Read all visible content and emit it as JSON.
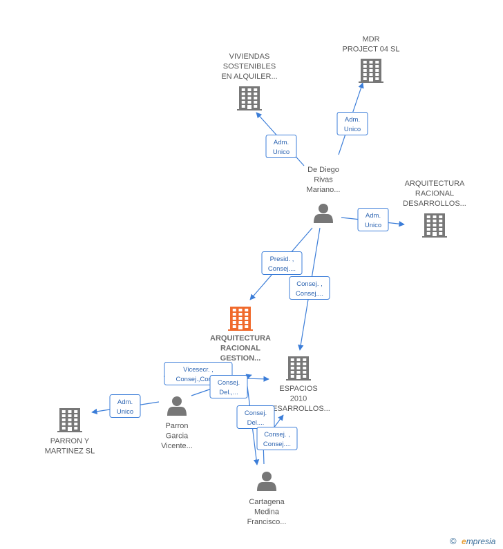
{
  "colors": {
    "company": "#777777",
    "focus": "#f06a2c",
    "person": "#777777",
    "edge": "#3b7dd8"
  },
  "nodes": [
    {
      "id": "mdr",
      "type": "company",
      "label": [
        "MDR",
        "PROJECT 04  SL"
      ]
    },
    {
      "id": "viviendas",
      "type": "company",
      "label": [
        "VIVIENDAS",
        "SOSTENIBLES",
        "EN ALQUILER..."
      ]
    },
    {
      "id": "dediego",
      "type": "person",
      "label": [
        "De Diego",
        "Rivas",
        "Mariano..."
      ]
    },
    {
      "id": "ardesarrollos",
      "type": "company",
      "label": [
        "ARQUITECTURA",
        "RACIONAL",
        "DESARROLLOS..."
      ]
    },
    {
      "id": "argestion",
      "type": "focus",
      "label": [
        "ARQUITECTURA",
        "RACIONAL",
        "GESTION..."
      ]
    },
    {
      "id": "espacios",
      "type": "company",
      "label": [
        "ESPACIOS",
        "2010",
        "DESARROLLOS..."
      ]
    },
    {
      "id": "parron",
      "type": "person",
      "label": [
        "Parron",
        "Garcia",
        "Vicente..."
      ]
    },
    {
      "id": "parronsl",
      "type": "company",
      "label": [
        "PARRON Y",
        "MARTINEZ SL"
      ]
    },
    {
      "id": "cartagena",
      "type": "person",
      "label": [
        "Cartagena",
        "Medina",
        "Francisco..."
      ]
    }
  ],
  "edges": [
    {
      "id": "e1",
      "label": [
        "Adm.",
        "Unico"
      ]
    },
    {
      "id": "e2",
      "label": [
        "Adm.",
        "Unico"
      ]
    },
    {
      "id": "e3",
      "label": [
        "Adm.",
        "Unico"
      ]
    },
    {
      "id": "e4",
      "label": [
        "Presid. ,",
        "Consej...."
      ]
    },
    {
      "id": "e5",
      "label": [
        "Consej. ,",
        "Consej...."
      ]
    },
    {
      "id": "e6",
      "label": [
        "Vicesecr. ,",
        "Consej.,Cons..."
      ]
    },
    {
      "id": "e7",
      "label": [
        "Consej.",
        "Del.,..."
      ]
    },
    {
      "id": "e8",
      "label": [
        "Adm.",
        "Unico"
      ]
    },
    {
      "id": "e9",
      "label": [
        "Consej.",
        "Del...."
      ]
    },
    {
      "id": "e10",
      "label": [
        "Consej. ,",
        "Consej...."
      ]
    }
  ],
  "footer": {
    "copyright": "©",
    "brand_initial": "e",
    "brand_rest": "mpresia"
  }
}
